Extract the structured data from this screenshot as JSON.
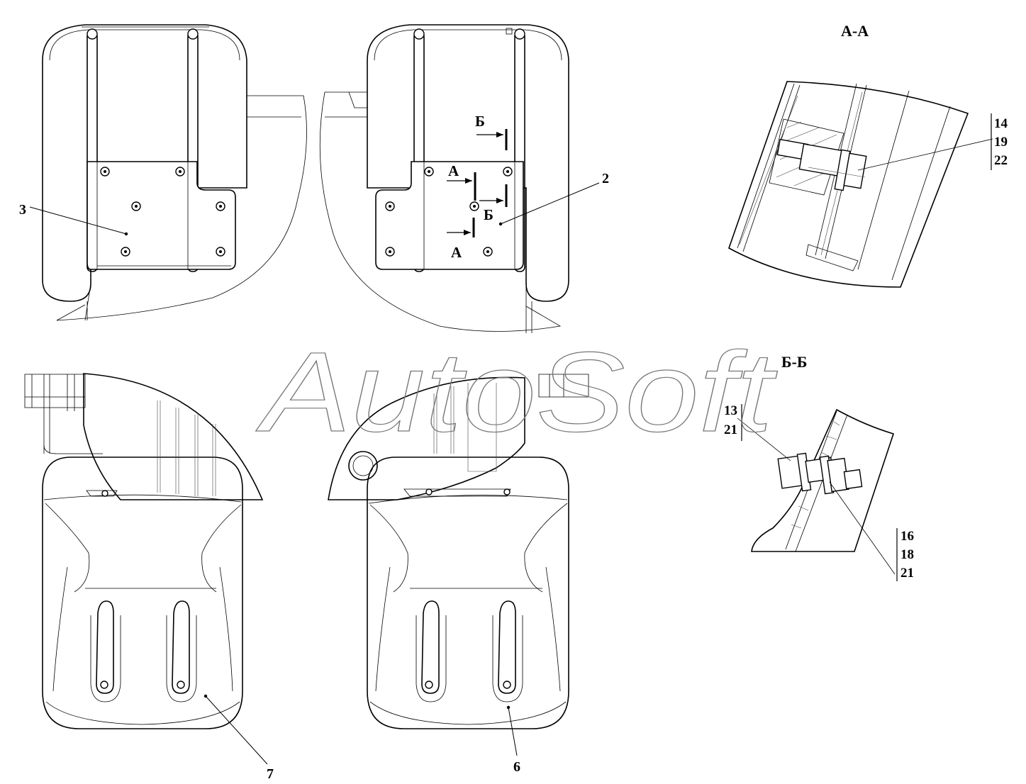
{
  "watermark": "AutoSoft",
  "section_views": {
    "aa_title": "А-А",
    "bb_title": "Б-Б"
  },
  "cut_marks": {
    "a_top": "А",
    "a_bottom": "А",
    "b_top": "Б",
    "b_mid": "Б"
  },
  "callouts": {
    "item_2": "2",
    "item_3": "3",
    "item_6": "6",
    "item_7": "7"
  },
  "aa_parts": [
    "14",
    "19",
    "22"
  ],
  "bb_parts_left": [
    "13",
    "21"
  ],
  "bb_parts_right": [
    "16",
    "18",
    "21"
  ]
}
